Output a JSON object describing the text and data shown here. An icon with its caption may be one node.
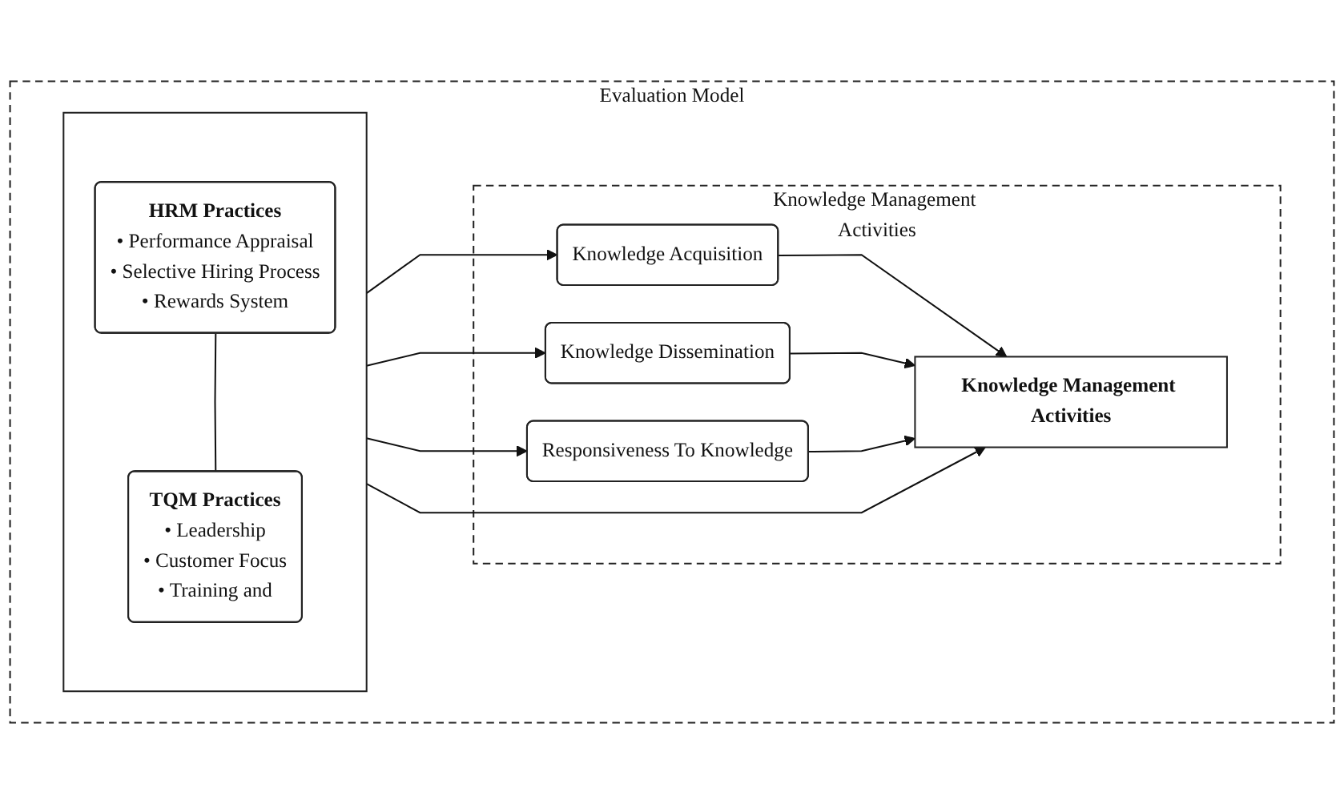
{
  "diagram": {
    "nodes": [
      {
        "text": [
          "Evaluation Model"
        ]
      },
      {
        "text": [],
        "shape": "box",
        "in": 0
      },
      {
        "text": [
          "HRM Practices",
          "• Performance Appraisal",
          "• Selective Hiring Process",
          "• Rewards System"
        ],
        "in": 1
      },
      {
        "text": [
          "TQM Practices",
          "• Leadership",
          "• Customer Focus",
          "• Training and"
        ],
        "in": 1
      },
      {
        "text": [
          "Knowledge Management Activities"
        ],
        "in": 0
      },
      {
        "text": [
          "Knowledge Acquisition"
        ],
        "in": 4
      },
      {
        "text": [
          "Knowledge Dissemination"
        ],
        "in": 4
      },
      {
        "text": [
          "Responsiveness To Knowledge"
        ],
        "in": 4
      },
      {
        "text": [
          "Knowledge Management Activities"
        ],
        "in": 4
      }
    ],
    "edges": [
      {
        "from": 2,
        "to": 3,
        "arrow": "none"
      },
      {
        "from": 1,
        "to": 5,
        "arrow": "to"
      },
      {
        "from": 1,
        "to": 6,
        "arrow": "to"
      },
      {
        "from": 1,
        "to": 7,
        "arrow": "to"
      },
      {
        "from": 5,
        "to": 8,
        "arrow": "to"
      },
      {
        "from": 6,
        "to": 8,
        "arrow": "to"
      },
      {
        "from": 7,
        "to": 8,
        "arrow": "to"
      },
      {
        "from": 1,
        "to": 8,
        "arrow": "to"
      }
    ]
  }
}
